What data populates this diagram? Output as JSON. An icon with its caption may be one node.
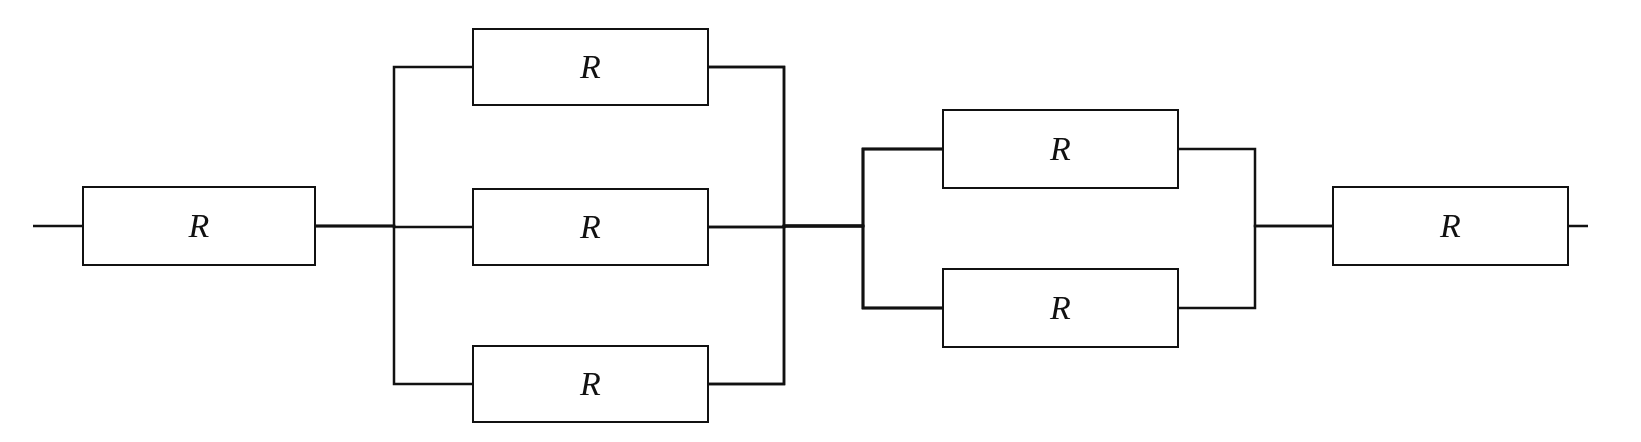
{
  "diagram": {
    "nodes": [
      {
        "text": [
          "R"
        ]
      },
      {
        "text": [
          "R"
        ]
      },
      {
        "text": [
          "R"
        ]
      },
      {
        "text": [
          "R"
        ]
      },
      {
        "text": [
          "R"
        ]
      },
      {
        "text": [
          "R"
        ]
      },
      {
        "text": [
          "R"
        ]
      }
    ],
    "edges": [
      {
        "from": null,
        "to": 0,
        "arrow": "none"
      },
      {
        "from": 0,
        "to": 1,
        "arrow": "none"
      },
      {
        "from": 0,
        "to": 2,
        "arrow": "none"
      },
      {
        "from": 0,
        "to": 3,
        "arrow": "none"
      },
      {
        "from": 1,
        "to": 4,
        "arrow": "none"
      },
      {
        "from": 1,
        "to": 5,
        "arrow": "none"
      },
      {
        "from": 2,
        "to": 4,
        "arrow": "none"
      },
      {
        "from": 2,
        "to": 5,
        "arrow": "none"
      },
      {
        "from": 3,
        "to": 4,
        "arrow": "none"
      },
      {
        "from": 3,
        "to": 5,
        "arrow": "none"
      },
      {
        "from": 4,
        "to": 6,
        "arrow": "none"
      },
      {
        "from": 5,
        "to": 6,
        "arrow": "none"
      },
      {
        "from": 6,
        "to": null,
        "arrow": "none"
      }
    ]
  }
}
